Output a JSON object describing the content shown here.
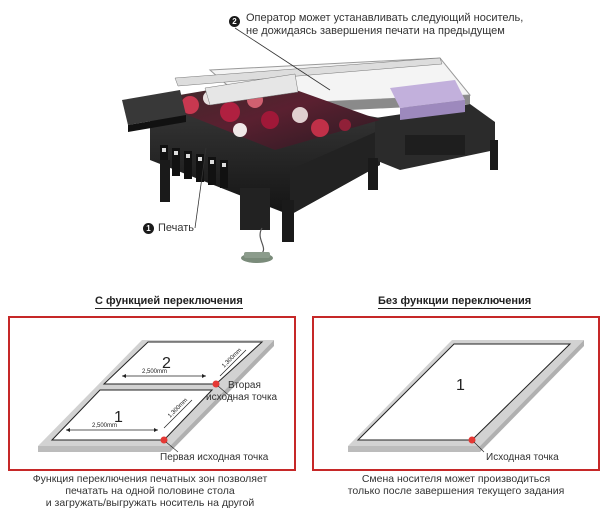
{
  "top": {
    "callout_2_number": "2",
    "callout_2_text_line1": "Оператор может устанавливать следующий носитель,",
    "callout_2_text_line2": "не дожидаясь завершения печати на предыдущем",
    "callout_1_number": "1",
    "callout_1_text": "Печать"
  },
  "left_panel": {
    "title": "С функцией переключения",
    "zone_top_number": "2",
    "zone_bottom_number": "1",
    "dim_width_top": "2,500mm",
    "dim_depth_top": "1,300mm",
    "dim_width_bottom": "2,500mm",
    "dim_depth_bottom": "1,300mm",
    "second_origin_line1": "Вторая",
    "second_origin_line2": "исходная точка",
    "first_origin": "Первая исходная точка",
    "caption_line1": "Функция переключения печатных зон позволяет",
    "caption_line2": "печатать на одной половине стола",
    "caption_line3": "и загружать/выгружать носитель на другой"
  },
  "right_panel": {
    "title": "Без функции переключения",
    "zone_number": "1",
    "origin": "Исходная точка",
    "caption_line1": "Смена носителя может производиться",
    "caption_line2": "только после завершения текущего задания"
  },
  "colors": {
    "frame_red": "#c62828",
    "origin_dot": "#e53935",
    "plate_gray": "#d2d2d2",
    "printer_dark": "#2a2a2a",
    "printer_lavender": "#b9a6d6"
  }
}
